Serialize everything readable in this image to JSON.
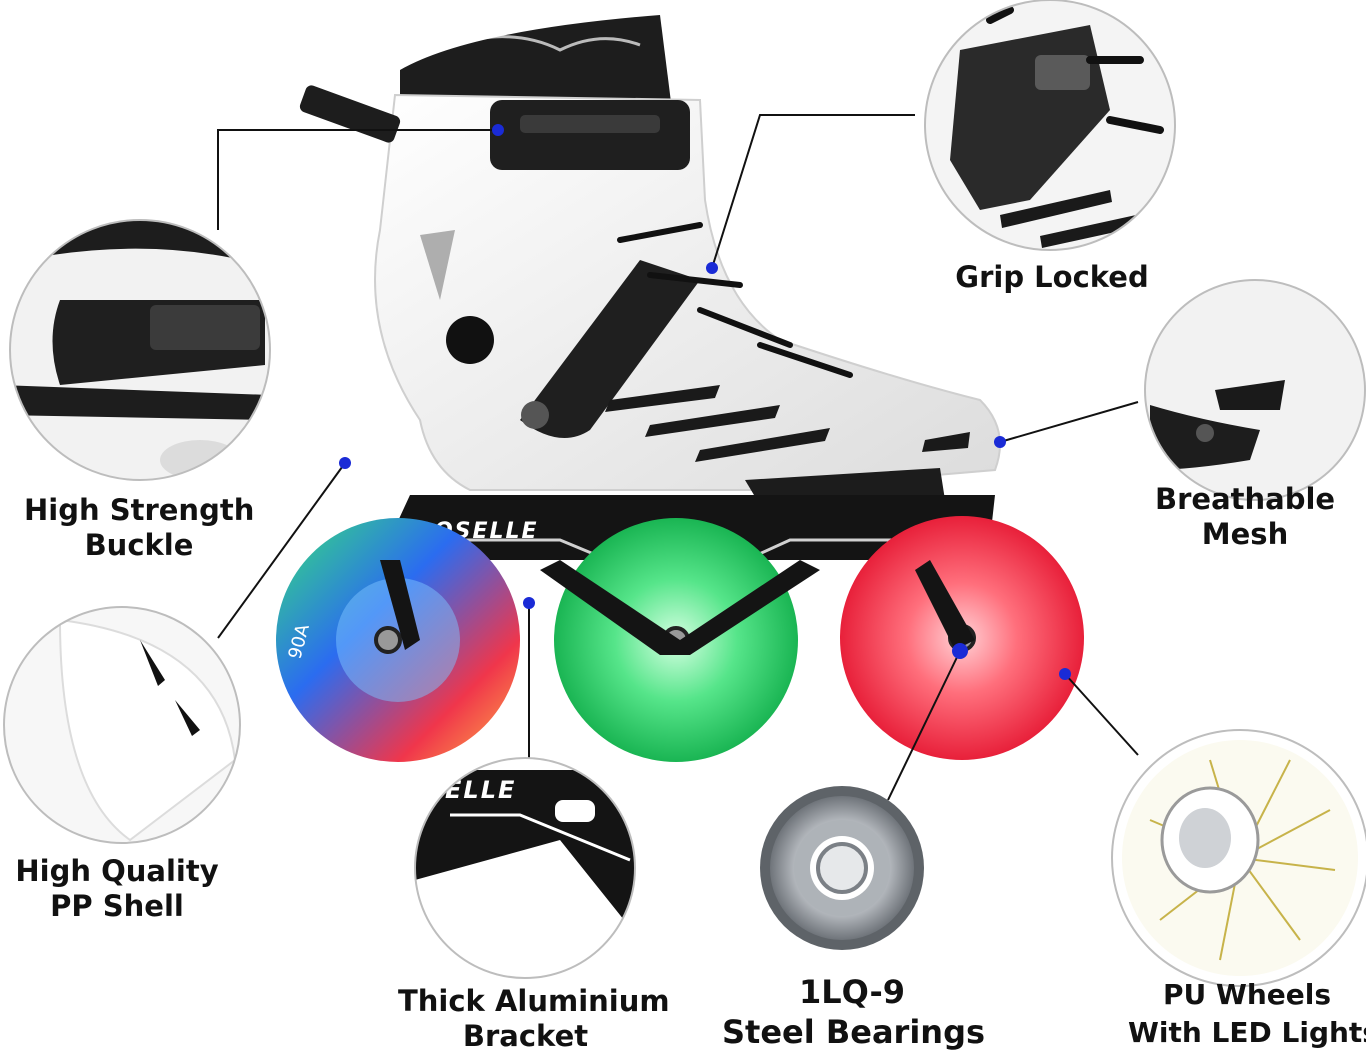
{
  "brand": {
    "bracket_text": "ROSELLE",
    "zoom_bracket_text": "ELLE",
    "wheel_text": "90A"
  },
  "colors": {
    "boot": "#f3f3f3",
    "boot_dark": "#1d1d1d",
    "bracket": "#141414",
    "marker": "#1a2bd6",
    "leader": "#111111",
    "wheel_green": "#2fd36a",
    "wheel_red": "#f0364b",
    "wheel_blue": "#2b6cf0"
  },
  "callouts": {
    "buckle": {
      "line1": "High Strength",
      "line2": "Buckle",
      "icon": "buckle-closeup"
    },
    "grip": {
      "line1": "Grip Locked",
      "icon": "ratchet-closeup"
    },
    "mesh": {
      "line1": "Breathable",
      "line2": "Mesh",
      "icon": "vent-closeup"
    },
    "shell": {
      "line1": "High Quality",
      "line2": "PP Shell",
      "icon": "shell-closeup"
    },
    "bracket": {
      "line1": "Thick Aluminium",
      "line2": "Bracket",
      "icon": "frame-closeup"
    },
    "bearing": {
      "line1": "1LQ-9",
      "line2": "Steel Bearings",
      "icon": "bearing"
    },
    "wheels": {
      "line1": "PU Wheels",
      "line2": "With LED Lights",
      "icon": "wheel-closeup"
    }
  }
}
